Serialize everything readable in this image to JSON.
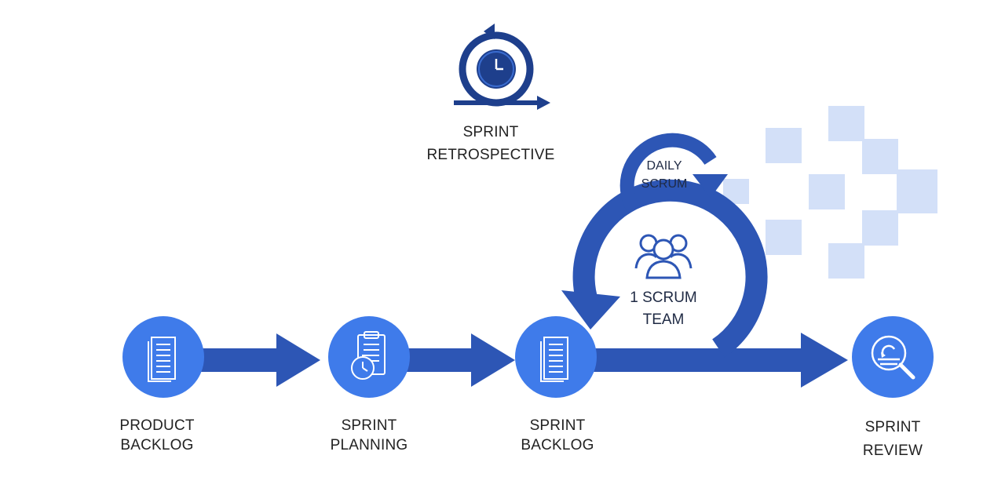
{
  "colors": {
    "node_fill": "#3F7BEA",
    "flow_blue": "#2D56B5",
    "retro_dark": "#1E3F8C",
    "retro_mid": "#3A6CD0",
    "deco_squares": "#D3E0F8",
    "label_text": "#222222"
  },
  "stages": [
    {
      "id": "product-backlog",
      "label_line1": "PRODUCT",
      "label_line2": "BACKLOG",
      "icon": "document-icon"
    },
    {
      "id": "sprint-planning",
      "label_line1": "SPRINT",
      "label_line2": "PLANNING",
      "icon": "clipboard-stopwatch-icon"
    },
    {
      "id": "sprint-backlog",
      "label_line1": "SPRINT",
      "label_line2": "BACKLOG",
      "icon": "document-icon"
    },
    {
      "id": "sprint-review",
      "label_line1": "SPRINT",
      "label_line2": "REVIEW",
      "icon": "magnifier-review-icon"
    }
  ],
  "retrospective": {
    "label_line1": "SPRINT",
    "label_line2": "RETROSPECTIVE",
    "icon": "clock-cycle-icon"
  },
  "daily_scrum": {
    "label_line1": "DAILY",
    "label_line2": "SCRUM"
  },
  "scrum_team": {
    "label_line1": "1 SCRUM",
    "label_line2": "TEAM",
    "icon": "team-people-icon"
  }
}
